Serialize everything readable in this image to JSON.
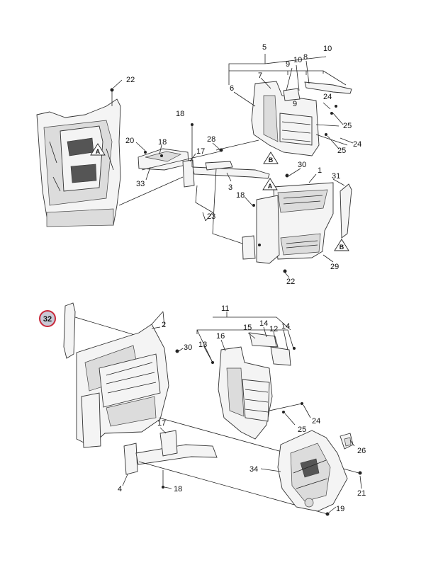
{
  "diagram": {
    "upper_callouts": {
      "c22a": "22",
      "c18a": "18",
      "c28": "28",
      "c20": "20",
      "c18b": "18",
      "c17a": "17",
      "c33": "33",
      "c3": "3",
      "c18c": "18",
      "c23": "23",
      "c5": "5",
      "c10a": "10",
      "c9a": "9",
      "c10b": "10",
      "c8a": "8",
      "c7": "7",
      "c6": "6",
      "c24a": "24",
      "c9b": "9",
      "c25a": "25",
      "c24b": "24",
      "c25b": "25",
      "c30a": "30",
      "c1": "1",
      "c31": "31",
      "c29": "29",
      "c22b": "22"
    },
    "lower_callouts": {
      "c32": "32",
      "c2": "2",
      "c30b": "30",
      "c11": "11",
      "c15": "15",
      "c14a": "14",
      "c12": "12",
      "c14b": "14",
      "c13": "13",
      "c16": "16",
      "c24c": "24",
      "c25c": "25",
      "c17b": "17",
      "c26": "26",
      "c34": "34",
      "c4": "4",
      "c18d": "18",
      "c21": "21",
      "c19": "19"
    },
    "reference_marks": {
      "a1": "A",
      "a2": "A",
      "b1": "B",
      "b2": "B"
    },
    "highlight_color": "#c8283a"
  }
}
